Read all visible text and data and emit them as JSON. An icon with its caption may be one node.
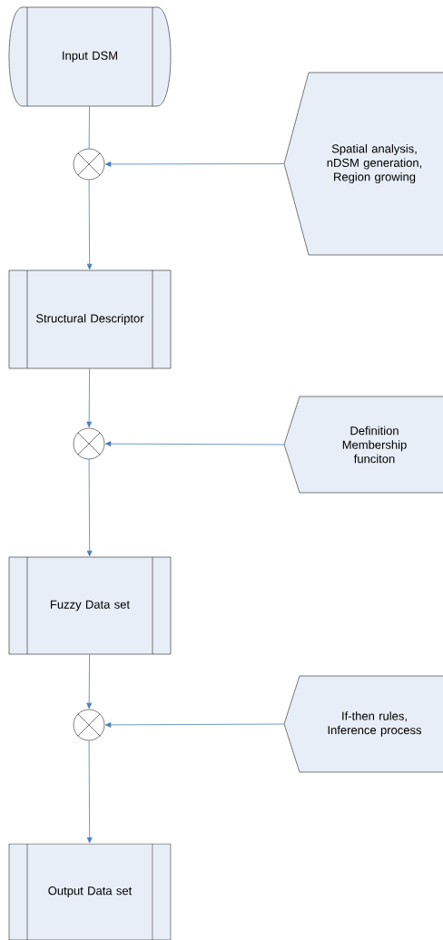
{
  "diagram": {
    "nodes": [
      {
        "text": [
          "Input DSM"
        ]
      },
      {
        "text": [],
        "shape": "circle"
      },
      {
        "text": [
          "Spatial analysis, nDSM generation, Region growing"
        ]
      },
      {
        "text": [
          "Structural Descriptor"
        ]
      },
      {
        "text": [],
        "shape": "circle"
      },
      {
        "text": [
          "Definition Membership funciton"
        ]
      },
      {
        "text": [
          "Fuzzy Data set"
        ]
      },
      {
        "text": [],
        "shape": "circle"
      },
      {
        "text": [
          "If-then rules, Inference process"
        ]
      },
      {
        "text": [
          "Output Data set"
        ]
      }
    ],
    "edges": [
      {
        "from": 0,
        "to": 1,
        "arrow": "none"
      },
      {
        "from": 2,
        "to": 1,
        "arrow": "to"
      },
      {
        "from": 1,
        "to": 3,
        "arrow": "to"
      },
      {
        "from": 3,
        "to": 4,
        "arrow": "to"
      },
      {
        "from": 5,
        "to": 4,
        "arrow": "to"
      },
      {
        "from": 4,
        "to": 6,
        "arrow": "to"
      },
      {
        "from": 6,
        "to": 7,
        "arrow": "to"
      },
      {
        "from": 8,
        "to": 7,
        "arrow": "to"
      },
      {
        "from": 7,
        "to": 9,
        "arrow": "to"
      }
    ]
  }
}
